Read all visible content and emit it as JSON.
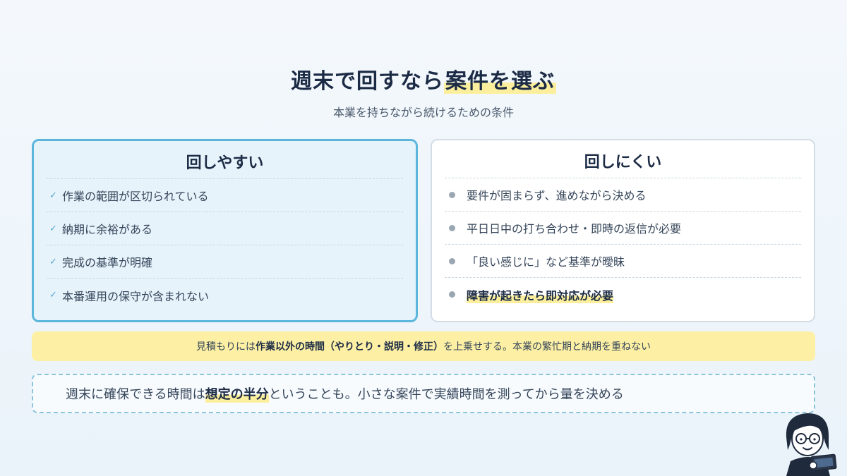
{
  "title": {
    "prefix": "週末で回すなら",
    "highlight": "案件を選ぶ"
  },
  "subtitle": "本業を持ちながら続けるための条件",
  "left_card": {
    "title": "回しやすい",
    "items": [
      "作業の範囲が区切られている",
      "納期に余裕がある",
      "完成の基準が明確",
      "本番運用の保守が含まれない"
    ]
  },
  "right_card": {
    "title": "回しにくい",
    "items": [
      "要件が固まらず、進めながら決める",
      "平日日中の打ち合わせ・即時の返信が必要",
      "「良い感じに」など基準が曖昧",
      "障害が起きたら即対応が必要"
    ]
  },
  "banner": {
    "prefix": "見積もりには",
    "bold": "作業以外の時間（やりとり・説明・修正）",
    "suffix": "を上乗せする。本業の繁忙期と納期を重ねない"
  },
  "note": {
    "prefix": "週末に確保できる時間は",
    "bold": "想定の半分",
    "suffix": "ということも。小さな案件で実績時間を測ってから量を決める"
  },
  "icons": {
    "check": "checkmark-icon",
    "bullet": "bullet-dot-icon",
    "avatar": "person-with-laptop-illustration"
  },
  "colors": {
    "accent_blue": "#5cb6dc",
    "highlight_yellow": "#fbef9e",
    "title_navy": "#1c2b45"
  }
}
